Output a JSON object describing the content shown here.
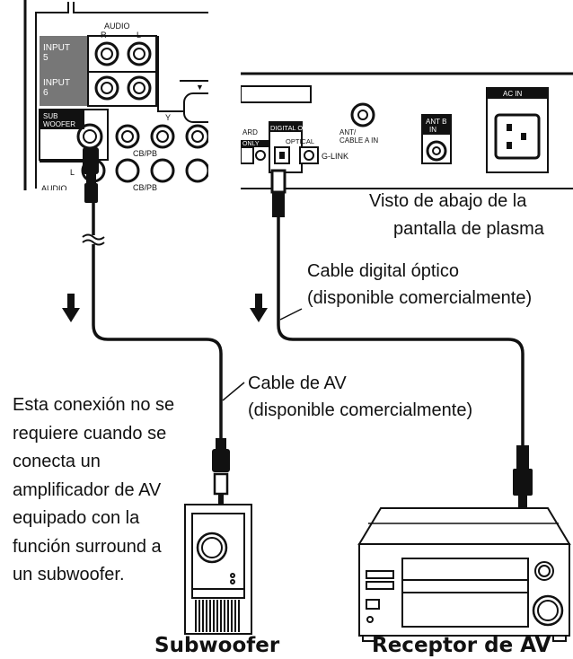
{
  "tv_panel": {
    "audio_header": "AUDIO",
    "audio_r": "R",
    "audio_l": "L",
    "input5": "INPUT\n5",
    "input6": "INPUT\n6",
    "sub_woofer": "SUB\nWOOFER",
    "audio_small": "L",
    "audio_bottom": "AUDIO",
    "y_label": "Y",
    "cb_label": "CB/PB",
    "cb_label_bottom": "CB/PB",
    "card_label": "ARD",
    "only_label": "ONLY",
    "digital_out": "DIGITAL OUT",
    "optical": "OPTICAL",
    "glink": "G-LINK",
    "ant_cable": "ANT/\nCABLE A IN",
    "ant_b": "ANT B\nIN",
    "ac_in": "AC IN"
  },
  "labels": {
    "panel_note_line1": "Visto de abajo de la",
    "panel_note_line2": "pantalla de plasma",
    "optical_cable_line1": "Cable digital óptico",
    "optical_cable_line2": "(disponible comercialmente)",
    "av_cable_line1": "Cable de AV",
    "av_cable_line2": "(disponible comercialmente)",
    "note": "Esta conexión no se requiere cuando se conecta un amplificador de AV equipado con la función surround a un subwoofer.",
    "subwoofer": "Subwoofer",
    "receiver": "Receptor de AV"
  },
  "colors": {
    "line": "#111111",
    "input_box": "#777777",
    "panel_fill": "#ffffff"
  }
}
